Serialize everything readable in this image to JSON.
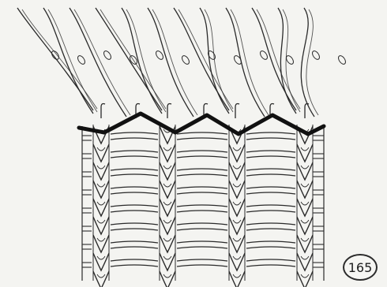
{
  "figure": {
    "number": "165"
  },
  "colors": {
    "background": "#f4f4f1",
    "ink": "#2a2a2a",
    "bold_ink": "#111111",
    "faint": "#cfcfcb"
  },
  "illustration": {
    "description_key": "knitting-stitch-diagram",
    "loose_strand_count": 12,
    "wale_count": 4,
    "course_count": 8
  }
}
